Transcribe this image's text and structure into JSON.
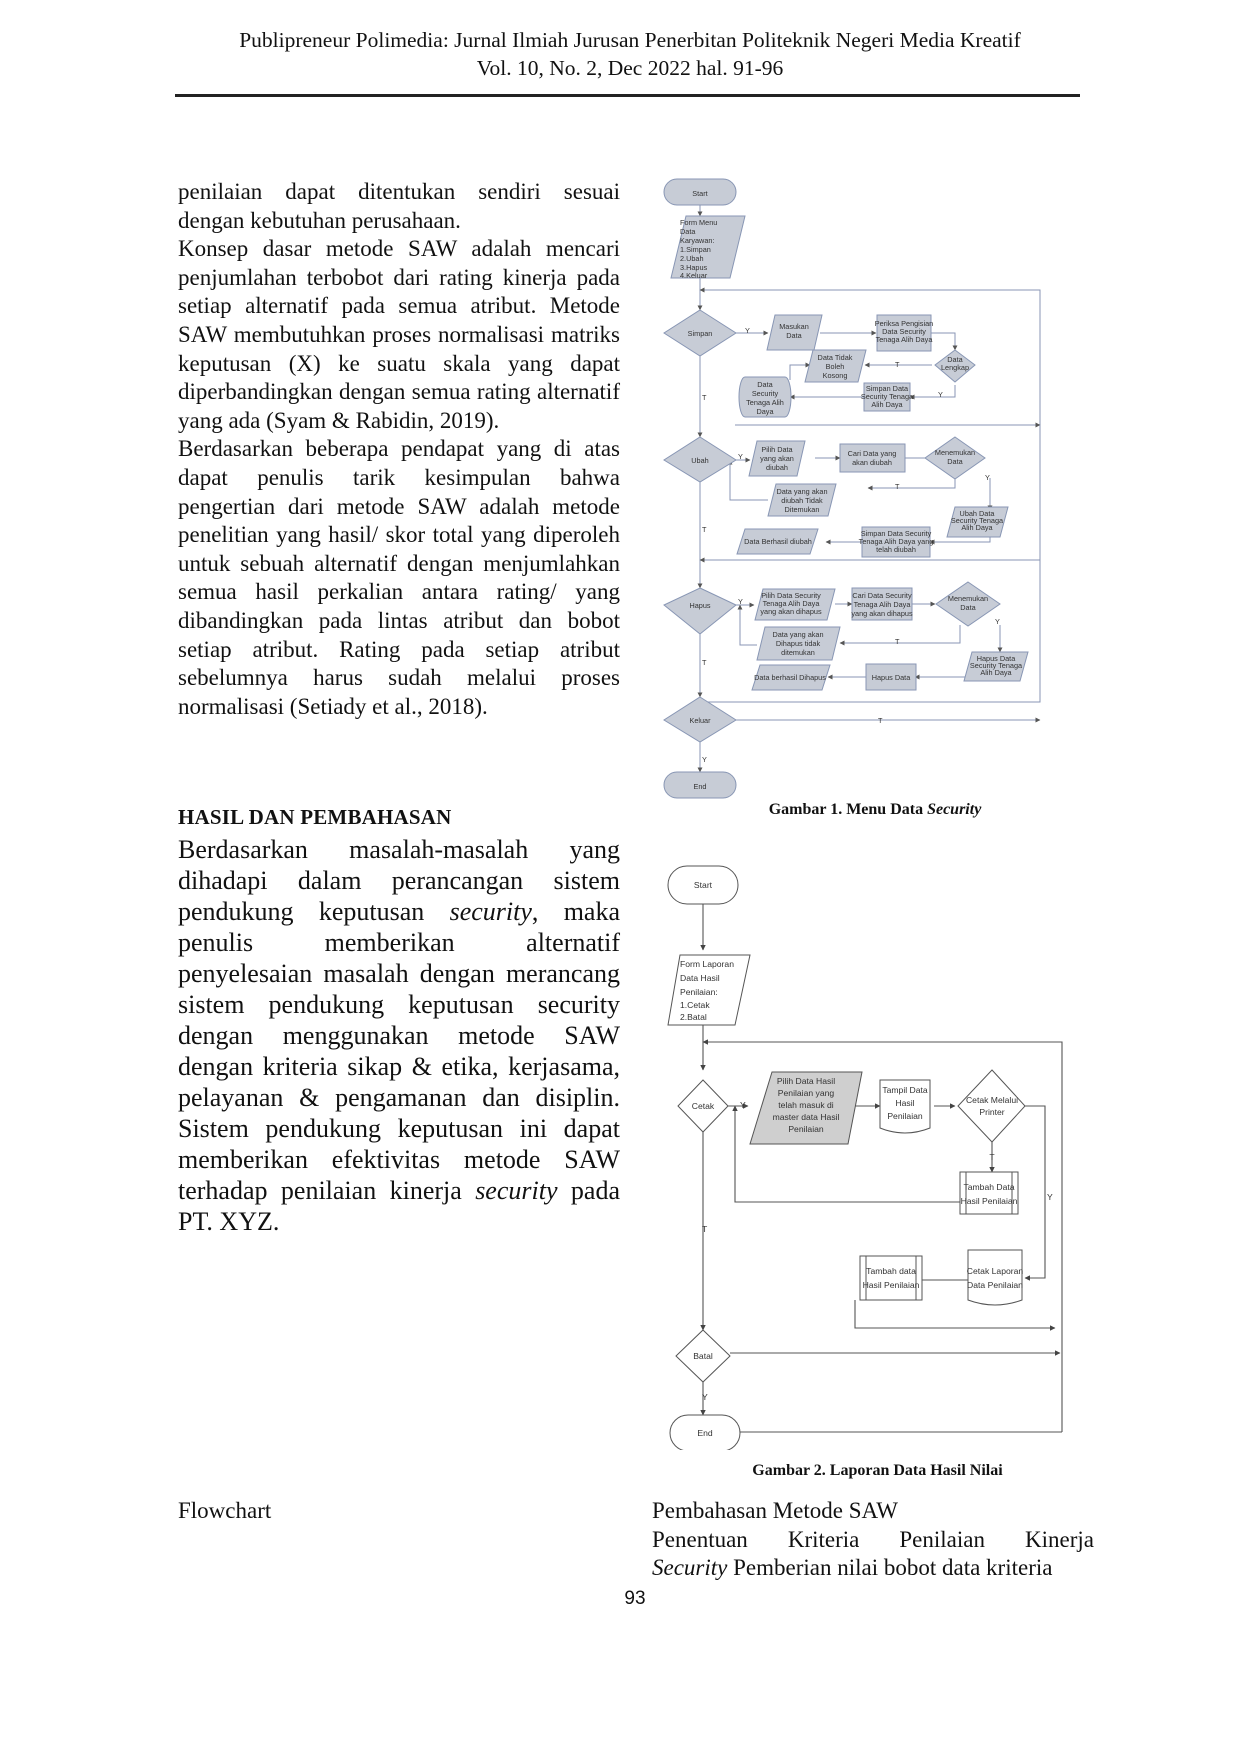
{
  "header": {
    "journal_line": "Publipreneur Polimedia: Jurnal Ilmiah Jurusan Penerbitan Politeknik Negeri Media Kreatif",
    "volume_line": "Vol. 10, No. 2, Dec 2022 hal. 91-96"
  },
  "left_column": {
    "para1": "penilaian dapat ditentukan sendiri sesuai dengan kebutuhan perusahaan.",
    "para2": "Konsep dasar metode SAW adalah mencari penjumlahan terbobot dari rating kinerja pada setiap alternatif pada semua atribut. Metode SAW membutuhkan proses normalisasi matriks keputusan (X) ke suatu skala yang dapat diperbandingkan dengan semua rating alternatif yang ada (Syam & Rabidin, 2019).",
    "para3": "Berdasarkan beberapa pendapat yang di atas dapat penulis tarik kesimpulan bahwa pengertian dari metode SAW adalah metode penelitian yang hasil/ skor total yang diperoleh untuk sebuah alternatif dengan menjumlahkan semua hasil perkalian antara rating/ yang dibandingkan pada lintas atribut dan bobot setiap atribut. Rating pada setiap atribut sebelumnya harus sudah melalui proses normalisasi (Setiady et al., 2018).",
    "heading": "HASIL DAN PEMBAHASAN",
    "para4_a": "Berdasarkan masalah-masalah yang dihadapi dalam perancangan sistem pendukung keputusan ",
    "para4_italic": "security",
    "para4_b": ", maka penulis memberikan alternatif penyelesaian masalah dengan merancang sistem pendukung keputusan security dengan menggunakan metode SAW dengan kriteria sikap & etika, kerjasama, pelayanan & pengamanan dan disiplin. Sistem pendukung keputusan ini dapat memberikan efektivitas metode SAW terhadap penilaian kinerja ",
    "para4_italic2": "security",
    "para4_c": " pada PT. XYZ.",
    "flowchart_label": "Flowchart"
  },
  "figure1": {
    "caption_prefix": "Gambar 1. Menu Data ",
    "caption_italic": "Security",
    "labels": {
      "start": "Start",
      "form_menu": [
        "Form Menu",
        "Data",
        "Karyawan:",
        "1.Simpan",
        "2.Ubah",
        "3.Hapus",
        "4.Keluar"
      ],
      "simpan": "Simpan",
      "masukan": [
        "Masukan",
        "Data"
      ],
      "periksa": [
        "Periksa Pengisian",
        "Data Security",
        "Tenaga Alih Daya"
      ],
      "data_lengkap": [
        "Data",
        "Lengkap"
      ],
      "data_tidak_boleh": [
        "Data Tidak",
        "Boleh",
        "Kosong"
      ],
      "db_data": [
        "Data",
        "Security",
        "Tenaga Alih",
        "Daya"
      ],
      "simpan_data": [
        "Simpan Data",
        "Security Tenaga",
        "Alih Daya"
      ],
      "ubah": "Ubah",
      "pilih_ubah": [
        "Pilih Data",
        "yang akan",
        "diubah"
      ],
      "cari_ubah": [
        "Cari Data yang",
        "akan diubah"
      ],
      "menemukan1": [
        "Menemukan",
        "Data"
      ],
      "tidak_ditemukan1": [
        "Data yang akan",
        "diubah Tidak",
        "Ditemukan"
      ],
      "ubah_data": [
        "Ubah Data",
        "Security Tenaga",
        "Alih Daya"
      ],
      "berhasil_ubah": "Data Berhasil diubah",
      "simpan_ubah": [
        "Simpan Data Security",
        "Tenaga Alih Daya yang",
        "telah diubah"
      ],
      "hapus": "Hapus",
      "pilih_hapus": [
        "Pilih Data Security",
        "Tenaga Alih Daya",
        "yang akan dihapus"
      ],
      "cari_hapus": [
        "Cari Data Security",
        "Tenaga Alih Daya",
        "yang akan dihapus"
      ],
      "menemukan2": [
        "Menemukan",
        "Data"
      ],
      "tidak_ditemukan2": [
        "Data yang akan",
        "Dihapus tidak",
        "ditemukan"
      ],
      "hapus_security": [
        "Hapus Data",
        "Security Tenaga",
        "Alih Daya"
      ],
      "berhasil_hapus": "Data berhasil Dihapus",
      "hapus_data": "Hapus Data",
      "keluar": "Keluar",
      "end": "End",
      "y": "Y",
      "t": "T"
    }
  },
  "figure2": {
    "caption": "Gambar 2. Laporan Data Hasil Nilai",
    "labels": {
      "start": "Start",
      "form": [
        "Form Laporan",
        "Data Hasil",
        "Penilaian:",
        "1.Cetak",
        "2.Batal"
      ],
      "cetak": "Cetak",
      "pilih": [
        "Pilih Data Hasil",
        "Penilaian yang",
        "telah masuk di",
        "master data Hasil",
        "Penilaian"
      ],
      "tampil": [
        "Tampil Data",
        "Hasil",
        "Penilaian"
      ],
      "cetak_melalui": [
        "Cetak Melalui",
        "Printer"
      ],
      "tambah1": [
        "Tambah Data",
        "Hasil Penilaian"
      ],
      "tambah2": [
        "Tambah data",
        "Hasil Penilaian"
      ],
      "cetak_laporan": [
        "Cetak Laporan",
        "Data Penilaian"
      ],
      "batal": "Batal",
      "end": "End",
      "y": "Y",
      "t": "T"
    }
  },
  "right_column": {
    "line1": "Pembahasan Metode SAW",
    "line2": "Penentuan Kriteria Penilaian Kinerja",
    "line3_italic": "Security",
    "line3_rest": " Pemberian nilai bobot data kriteria"
  },
  "page_number": "93"
}
